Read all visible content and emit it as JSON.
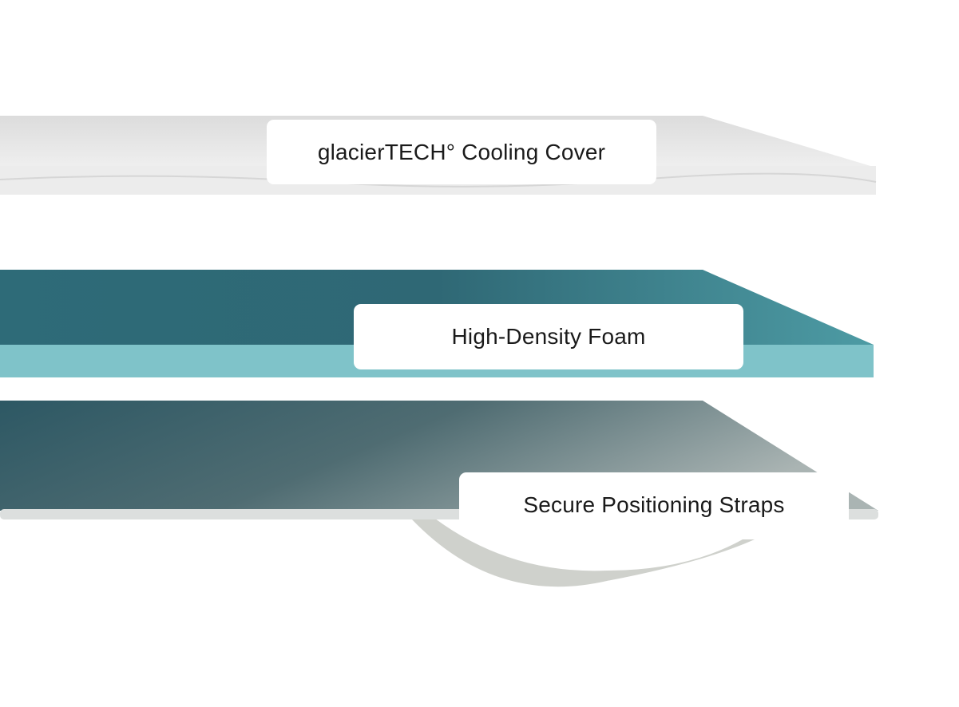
{
  "layers": [
    {
      "label": "glacierTECH° Cooling Cover",
      "color": "#e8e8e8"
    },
    {
      "label": "High-Density Foam",
      "color": "#3f8793"
    },
    {
      "label": "Secure Positioning Straps",
      "color": "#3a5e68"
    }
  ]
}
